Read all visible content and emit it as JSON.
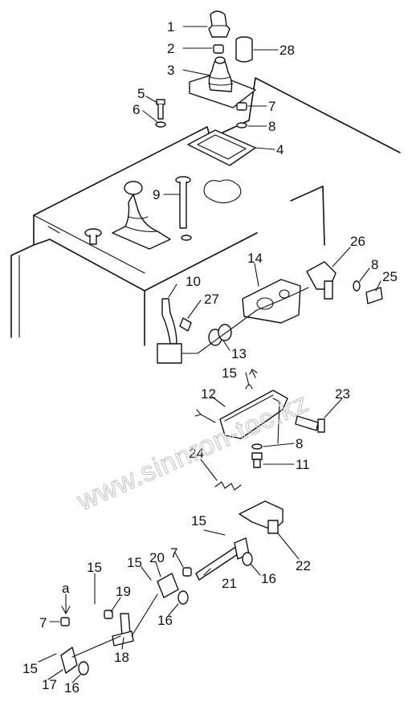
{
  "watermark": "www.sinnron-toc.kz",
  "callouts": {
    "c1": "1",
    "c2": "2",
    "c3": "3",
    "c4": "4",
    "c5": "5",
    "c6": "6",
    "c7a": "7",
    "c7b": "7",
    "c7c": "7",
    "c8a": "8",
    "c8b": "8",
    "c8c": "8",
    "c9": "9",
    "c10": "10",
    "c11": "11",
    "c12": "12",
    "c13": "13",
    "c14": "14",
    "c15a": "15",
    "c15b": "15",
    "c15c": "15",
    "c15d": "15",
    "c15e": "15",
    "c16a": "16",
    "c16b": "16",
    "c16c": "16",
    "c17": "17",
    "c18": "18",
    "c19": "19",
    "c20": "20",
    "c21": "21",
    "c22": "22",
    "c23": "23",
    "c24": "24",
    "c25": "25",
    "c26": "26",
    "c27": "27",
    "c28": "28",
    "ca": "a"
  }
}
